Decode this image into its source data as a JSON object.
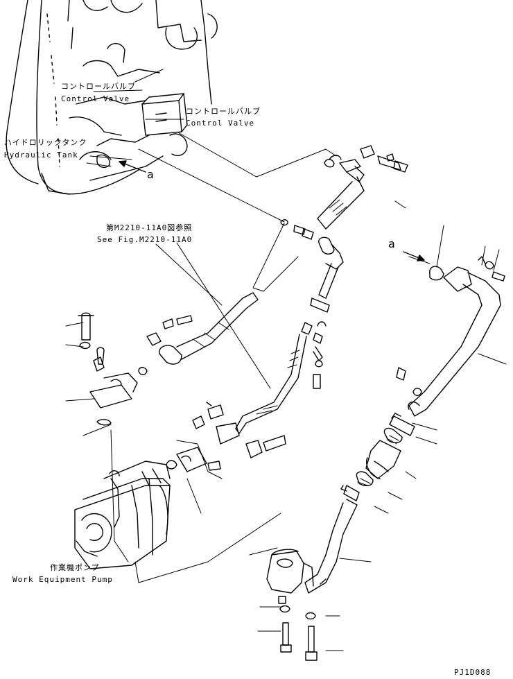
{
  "labels": {
    "control_valve_1_jp": "コントロールバルブ",
    "control_valve_1_en": "Control Valve",
    "control_valve_2_jp": "コントロールバルブ",
    "control_valve_2_en": "Control Valve",
    "hydraulic_tank_jp": "ハイドロリックタンク",
    "hydraulic_tank_en": "Hydraulic Tank",
    "see_fig_jp": "第M2210-11A0図参照",
    "see_fig_en": "See Fig.M2210-11A0",
    "pump_jp": "作業機ポンプ",
    "pump_en": "Work Equipment Pump",
    "ref_a_left": "a",
    "ref_a_right": "a",
    "drawing_no": "PJ1D088"
  }
}
